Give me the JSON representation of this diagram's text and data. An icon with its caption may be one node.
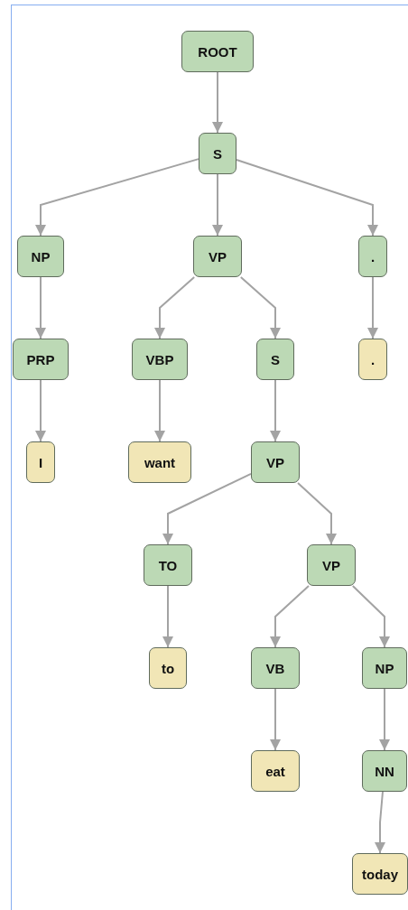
{
  "diagram": {
    "nodes": [
      {
        "text": [
          "ROOT"
        ]
      },
      {
        "text": [
          "S"
        ]
      },
      {
        "text": [
          "NP"
        ]
      },
      {
        "text": [
          "VP"
        ]
      },
      {
        "text": [
          "."
        ]
      },
      {
        "text": [
          "PRP"
        ]
      },
      {
        "text": [
          "VBP"
        ]
      },
      {
        "text": [
          "S"
        ]
      },
      {
        "text": [
          "."
        ]
      },
      {
        "text": [
          "I"
        ]
      },
      {
        "text": [
          "want"
        ]
      },
      {
        "text": [
          "VP"
        ]
      },
      {
        "text": [
          "TO"
        ]
      },
      {
        "text": [
          "VP"
        ]
      },
      {
        "text": [
          "to"
        ]
      },
      {
        "text": [
          "VB"
        ]
      },
      {
        "text": [
          "NP"
        ]
      },
      {
        "text": [
          "eat"
        ]
      },
      {
        "text": [
          "NN"
        ]
      },
      {
        "text": [
          "today"
        ]
      }
    ],
    "edges": [
      {
        "from": 0,
        "to": 1,
        "arrow": "to"
      },
      {
        "from": 1,
        "to": 2,
        "arrow": "to"
      },
      {
        "from": 1,
        "to": 3,
        "arrow": "to"
      },
      {
        "from": 1,
        "to": 4,
        "arrow": "to"
      },
      {
        "from": 2,
        "to": 5,
        "arrow": "to"
      },
      {
        "from": 3,
        "to": 6,
        "arrow": "to"
      },
      {
        "from": 3,
        "to": 7,
        "arrow": "to"
      },
      {
        "from": 4,
        "to": 8,
        "arrow": "to"
      },
      {
        "from": 5,
        "to": 9,
        "arrow": "to"
      },
      {
        "from": 6,
        "to": 10,
        "arrow": "to"
      },
      {
        "from": 7,
        "to": 11,
        "arrow": "to"
      },
      {
        "from": 11,
        "to": 12,
        "arrow": "to"
      },
      {
        "from": 11,
        "to": 13,
        "arrow": "to"
      },
      {
        "from": 12,
        "to": 14,
        "arrow": "to"
      },
      {
        "from": 13,
        "to": 15,
        "arrow": "to"
      },
      {
        "from": 13,
        "to": 16,
        "arrow": "to"
      },
      {
        "from": 15,
        "to": 17,
        "arrow": "to"
      },
      {
        "from": 16,
        "to": 18,
        "arrow": "to"
      },
      {
        "from": 18,
        "to": 19,
        "arrow": "to"
      }
    ]
  }
}
